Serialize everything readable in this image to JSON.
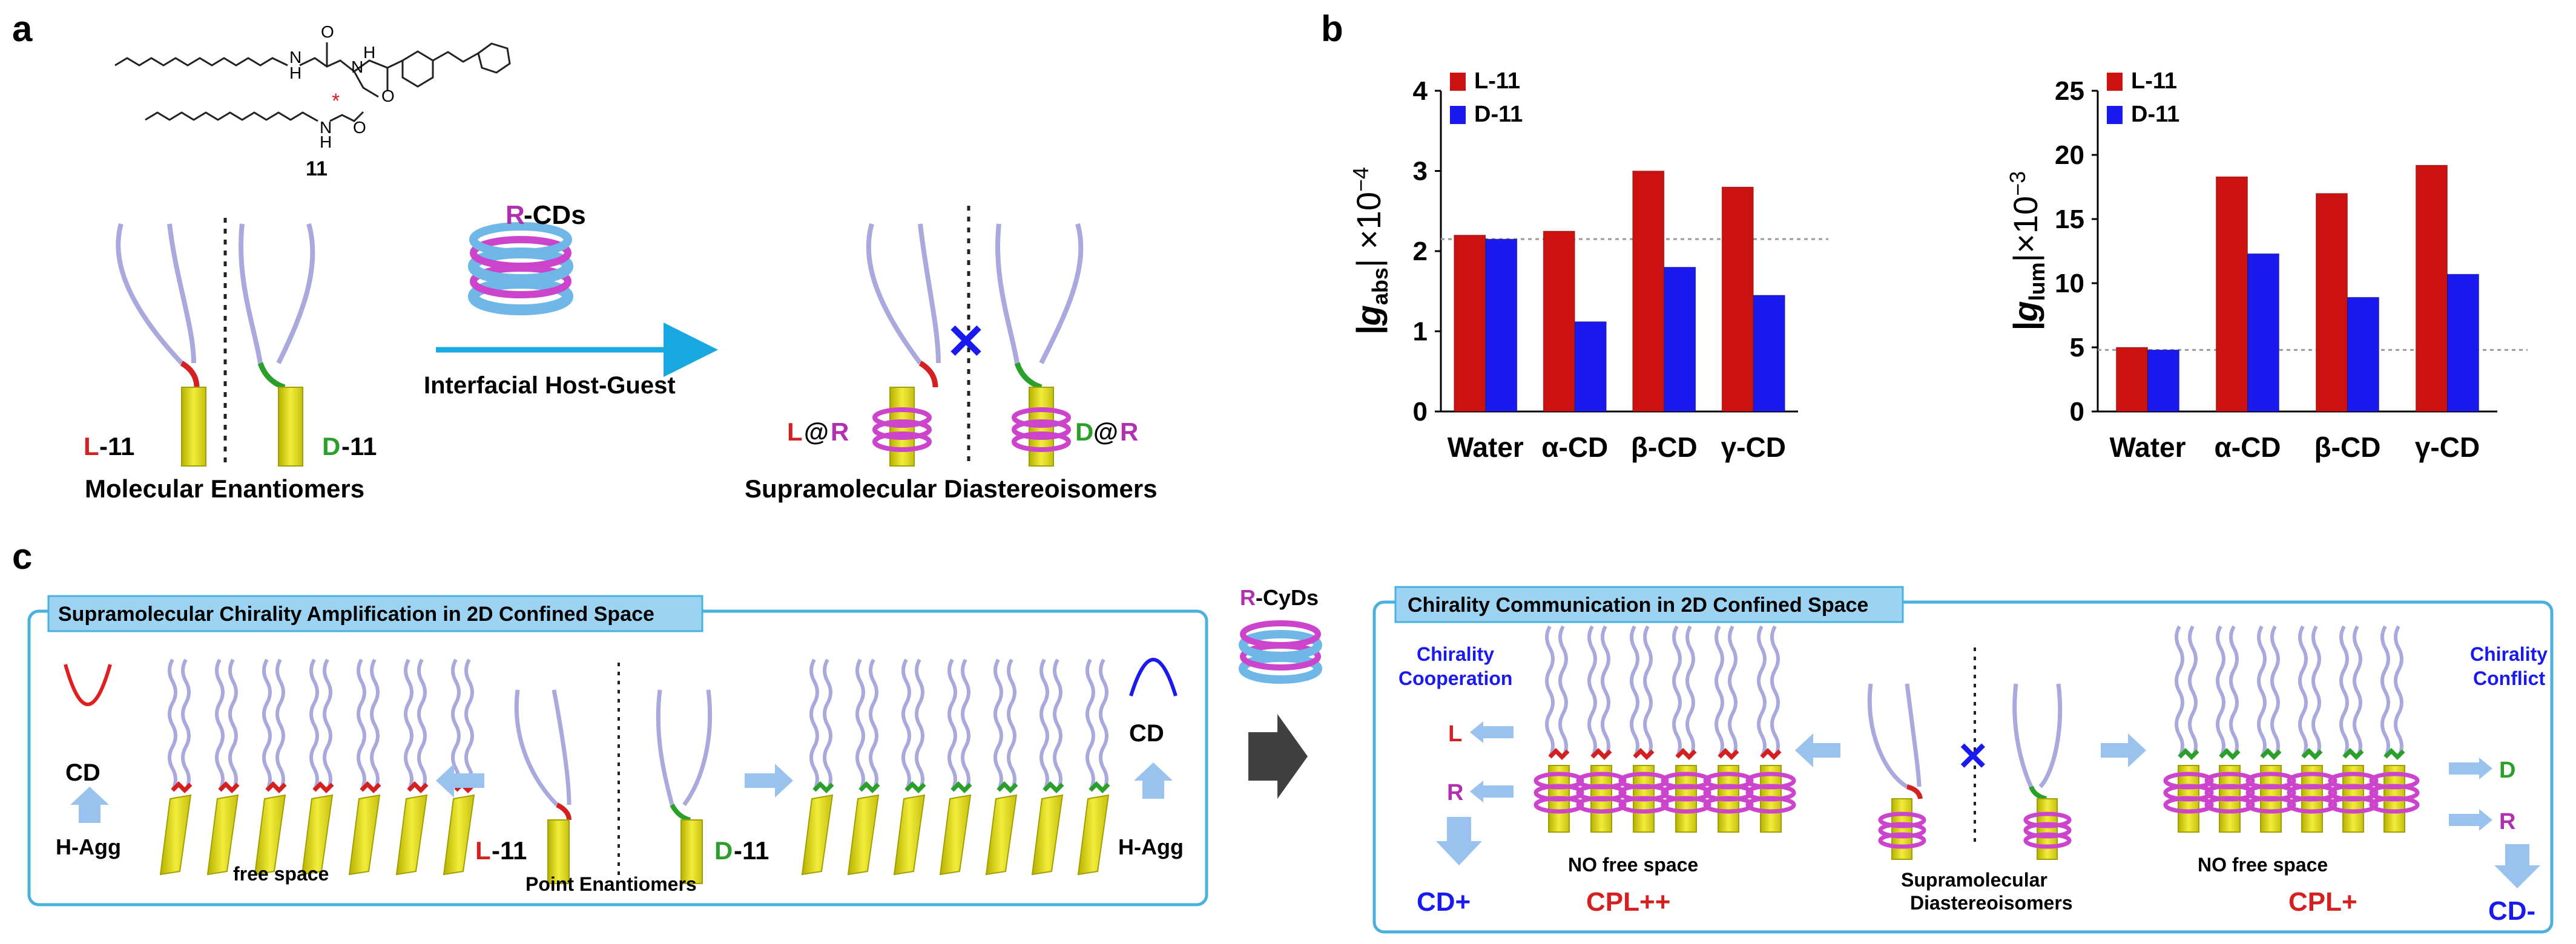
{
  "panels": {
    "a": "a",
    "b": "b",
    "c": "c"
  },
  "molecule": {
    "label": "11",
    "atoms": [
      "H",
      "N",
      "O",
      "H",
      "N",
      "*",
      "O",
      "H",
      "N",
      "O"
    ]
  },
  "panel_a": {
    "rcd_prefix": "R",
    "rcd_suffix": "-CDs",
    "arrow_label": "Interfacial Host-Guest",
    "left_L": "L",
    "left_L_suffix": "-11",
    "left_D": "D",
    "left_D_suffix": "-11",
    "left_caption": "Molecular Enantiomers",
    "right_L": "L",
    "right_at1": "@",
    "right_R1": "R",
    "right_D": "D",
    "right_at2": "@",
    "right_R2": "R",
    "right_caption": "Supramolecular Diastereoisomers",
    "cross": "✕"
  },
  "chart_data": [
    {
      "type": "bar",
      "ylabel_prefix": "|g",
      "ylabel_sub": "abs",
      "ylabel_suffix": "| ×10",
      "ylabel_exp": "−4",
      "categories": [
        "Water",
        "α-CD",
        "β-CD",
        "γ-CD"
      ],
      "ylim": [
        0,
        4
      ],
      "yticks": [
        "0",
        "1",
        "2",
        "3",
        "4"
      ],
      "reference_line": 2.15,
      "legend": "top-left",
      "series": [
        {
          "name": "L-11",
          "color": "#cc1111",
          "values": [
            2.2,
            2.25,
            3.0,
            2.8
          ]
        },
        {
          "name": "D-11",
          "color": "#1a1aee",
          "values": [
            2.15,
            1.12,
            1.8,
            1.45
          ]
        }
      ]
    },
    {
      "type": "bar",
      "ylabel_prefix": "|g",
      "ylabel_sub": "lum",
      "ylabel_suffix": "|×10",
      "ylabel_exp": "−3",
      "categories": [
        "Water",
        "α-CD",
        "β-CD",
        "γ-CD"
      ],
      "ylim": [
        0,
        25
      ],
      "yticks": [
        "0",
        "5",
        "10",
        "15",
        "20",
        "25"
      ],
      "reference_line": 4.8,
      "legend": "top-left",
      "series": [
        {
          "name": "L-11",
          "color": "#cc1111",
          "values": [
            5.0,
            18.3,
            17.0,
            19.2
          ]
        },
        {
          "name": "D-11",
          "color": "#1a1aee",
          "values": [
            4.8,
            12.3,
            8.9,
            10.7
          ]
        }
      ]
    }
  ],
  "panel_c": {
    "box1_title": "Supramolecular Chirality Amplification in 2D Confined Space",
    "box2_title": "Chirality Communication in 2D Confined Space",
    "cd": "CD",
    "hagg": "H-Agg",
    "free_space": "free space",
    "point_enantiomers": "Point Enantiomers",
    "L": "L",
    "D": "D",
    "suffix11": "-11",
    "rcyds_prefix": "R",
    "rcyds_suffix": "-CyDs",
    "chirality_cooperation": [
      "Chirality",
      "Cooperation"
    ],
    "chirality_conflict": [
      "Chirality",
      "Conflict"
    ],
    "no_free_space": "NO free space",
    "supra_diastereo": [
      "Supramolecular",
      "Diastereoisomers"
    ],
    "cpl_pp": "CPL++",
    "cpl_p": "CPL+",
    "cd_plus": "CD+",
    "cd_minus": "CD-",
    "L_out": "L",
    "R_out": "R",
    "D_out": "D",
    "R_out2": "R",
    "cross": "✕"
  },
  "colors": {
    "red": "#d42020",
    "green": "#2aa02a",
    "purple": "#b030b0",
    "blue": "#1a1aee",
    "arrow_blue": "#99c2ee",
    "box_border": "#4ab0dd",
    "title_fill": "#9dd3f2",
    "chain": "#a9a9dd",
    "block": "#e6e020"
  }
}
